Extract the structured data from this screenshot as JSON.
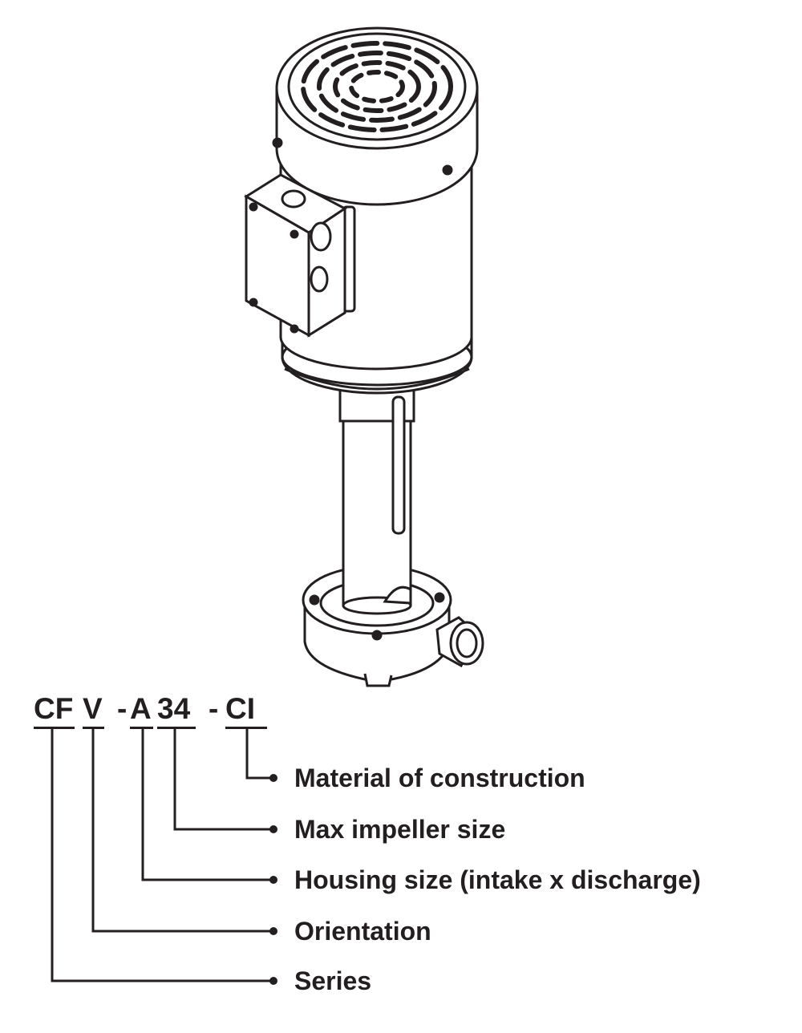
{
  "model_code": {
    "series": "CF",
    "orientation": "V",
    "dash1": "-",
    "housing": "A",
    "impeller": "34",
    "dash2": "-",
    "material": "CI"
  },
  "legend": [
    {
      "key": "material",
      "label": "Material of construction"
    },
    {
      "key": "impeller",
      "label": "Max impeller size"
    },
    {
      "key": "housing",
      "label": "Housing size (intake x discharge)"
    },
    {
      "key": "orientation",
      "label": "Orientation"
    },
    {
      "key": "series",
      "label": "Series"
    }
  ],
  "colors": {
    "ink": "#231f20",
    "background": "#ffffff"
  }
}
